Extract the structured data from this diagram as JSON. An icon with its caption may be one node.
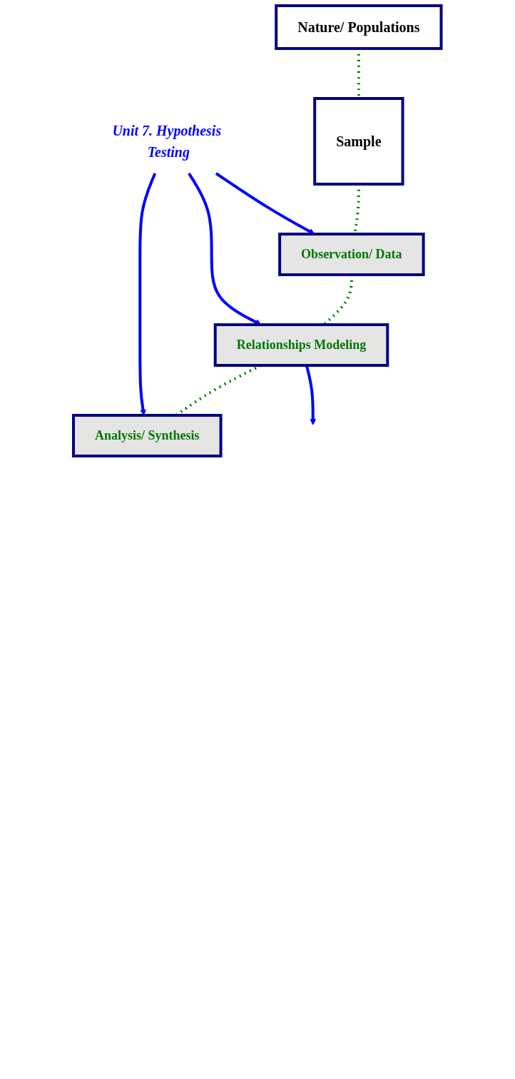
{
  "diagram": {
    "nodes": [
      {
        "text": [
          "Nature/ Populations"
        ]
      },
      {
        "text": [
          "Sample"
        ]
      },
      {
        "text": [
          "Observation/ Data"
        ]
      },
      {
        "text": [
          "Relationships Modeling"
        ]
      },
      {
        "text": [
          "Analysis/ Synthesis"
        ]
      },
      {
        "text": [
          "Unit 7. Hypothesis Testing"
        ]
      }
    ],
    "edges": [
      {
        "from": 0,
        "to": 1,
        "arrow": "none",
        "style": "dashed",
        "color": "#007700"
      },
      {
        "from": 1,
        "to": 2,
        "arrow": "none",
        "style": "dashed",
        "color": "#007700"
      },
      {
        "from": 2,
        "to": 3,
        "arrow": "none",
        "style": "dashed",
        "color": "#007700"
      },
      {
        "from": 3,
        "to": 4,
        "arrow": "none",
        "style": "dashed",
        "color": "#007700"
      },
      {
        "from": 5,
        "to": 2,
        "arrow": "to",
        "color": "#0000ff"
      },
      {
        "from": 5,
        "to": 3,
        "arrow": "to",
        "color": "#0000ff"
      },
      {
        "from": 5,
        "to": 4,
        "arrow": "to",
        "color": "#0000ff"
      },
      {
        "from": 3,
        "to": null,
        "arrow": "to",
        "color": "#0000ff"
      }
    ]
  }
}
